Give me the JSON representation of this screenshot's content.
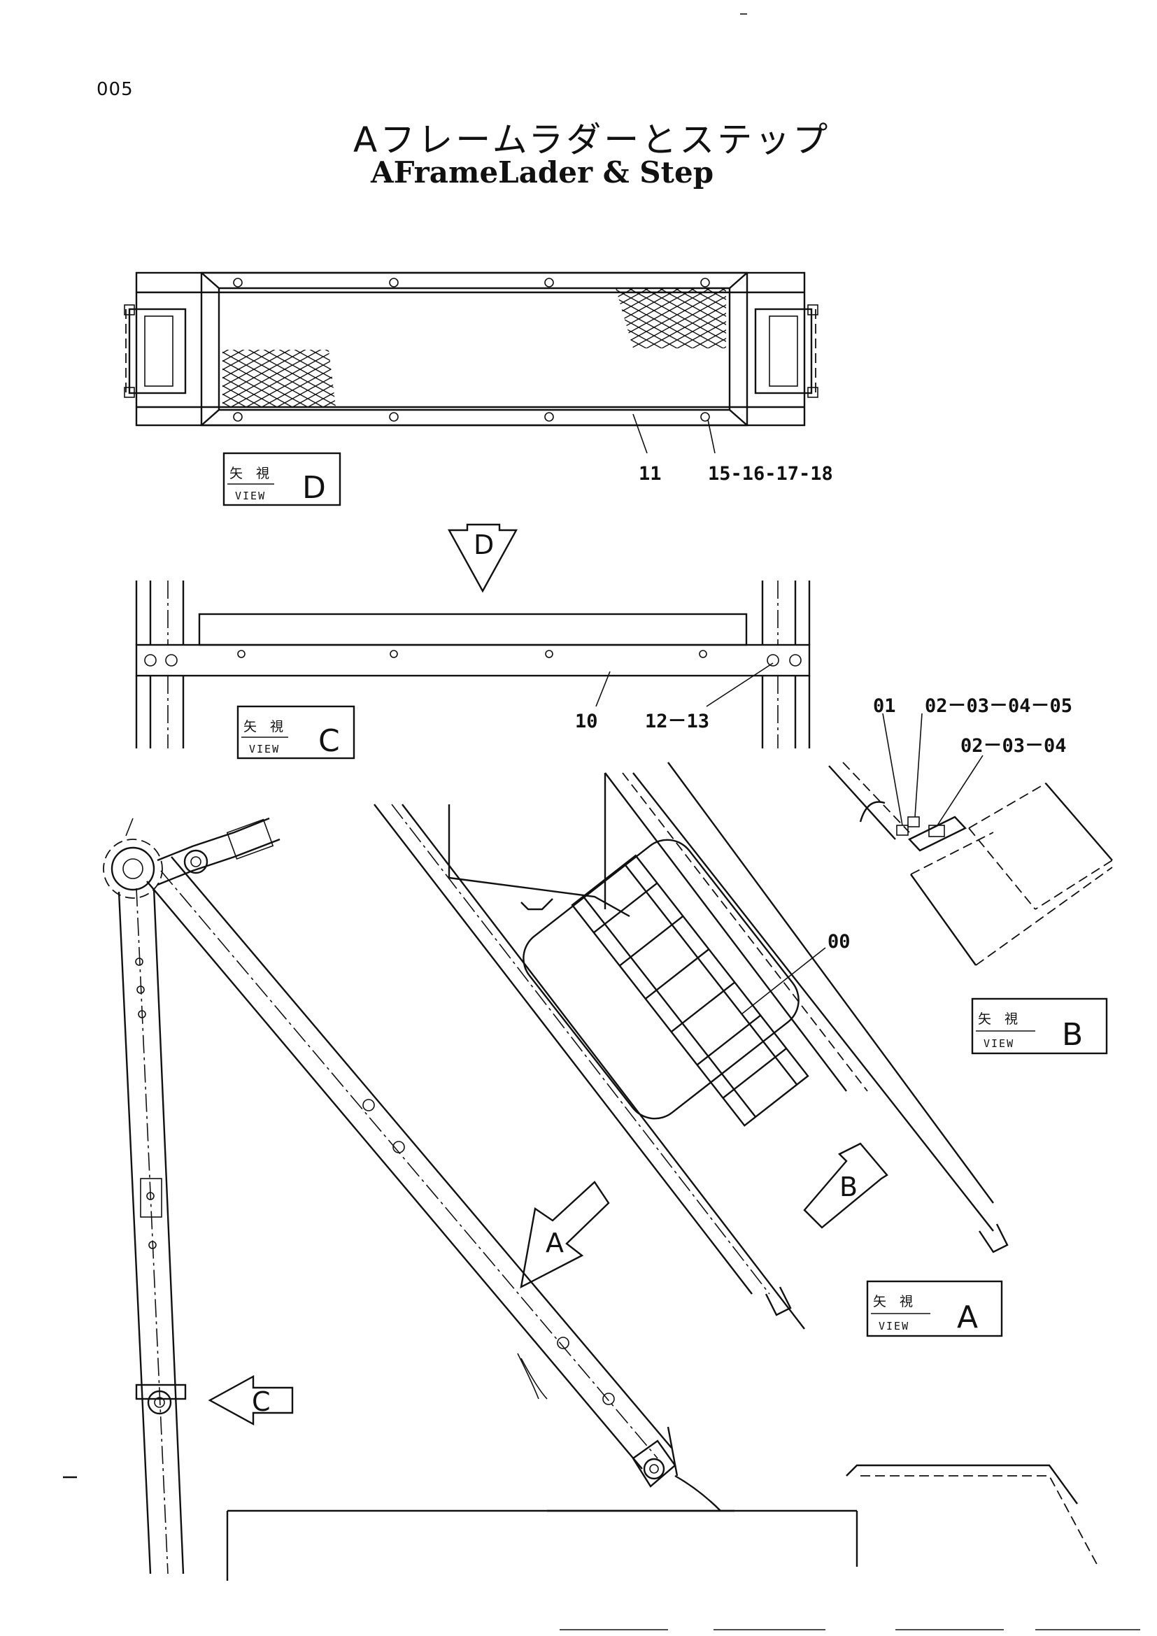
{
  "page_number": "005",
  "title_ja": "Aフレームラダーとステップ",
  "title_en": "AFrameLader & Step",
  "callouts": {
    "c11": "11",
    "c15": "15-16-17-18",
    "c10": "10",
    "c12": "12－13",
    "c01": "01",
    "c02a": "02－03－04－05",
    "c02b": "02－03－04",
    "c00": "00"
  },
  "view_boxes": {
    "d": {
      "ja": "矢　視",
      "en": "VIEW",
      "letter": "D"
    },
    "c": {
      "ja": "矢　視",
      "en": "VIEW",
      "letter": "C"
    },
    "b": {
      "ja": "矢　視",
      "en": "VIEW",
      "letter": "B"
    },
    "a": {
      "ja": "矢　視",
      "en": "VIEW",
      "letter": "A"
    }
  },
  "view_arrows": {
    "d": "D",
    "b": "B",
    "a": "A",
    "c": "C"
  }
}
